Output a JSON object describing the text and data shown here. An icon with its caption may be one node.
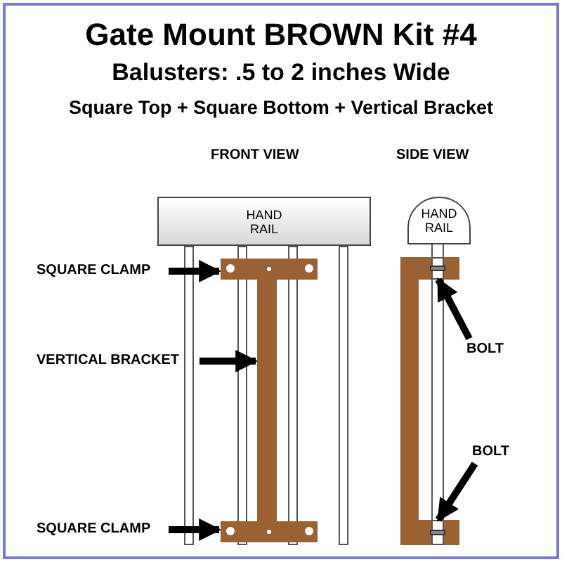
{
  "diagram": {
    "title": "Gate Mount BROWN Kit #4",
    "nodes": [
      {
        "text": [
          "HAND RAIL"
        ]
      },
      {
        "text": [
          "HAND RAIL"
        ]
      },
      {
        "text": [
          "SQUARE CLAMP"
        ]
      },
      {
        "text": [],
        "shape": "bar"
      },
      {
        "text": [
          "VERTICAL BRACKET"
        ]
      },
      {
        "text": [],
        "shape": "bar"
      },
      {
        "text": [
          "SQUARE CLAMP"
        ]
      },
      {
        "text": [],
        "shape": "bar"
      },
      {
        "text": [
          "BOLT"
        ]
      },
      {
        "text": [],
        "shape": "bar"
      },
      {
        "text": [
          "BOLT"
        ]
      },
      {
        "text": [],
        "shape": "bar"
      }
    ],
    "edges": [
      {
        "from": 2,
        "to": 3,
        "arrow": "to"
      },
      {
        "from": 4,
        "to": 5,
        "arrow": "to"
      },
      {
        "from": 6,
        "to": 7,
        "arrow": "to"
      },
      {
        "from": 8,
        "to": 9,
        "arrow": "to"
      },
      {
        "from": 10,
        "to": 11,
        "arrow": "to"
      }
    ],
    "labels": [
      "Balusters: .5 to 2 inches Wide",
      "Square Top + Square Bottom + Vertical Bracket",
      "FRONT VIEW",
      "SIDE VIEW"
    ]
  }
}
